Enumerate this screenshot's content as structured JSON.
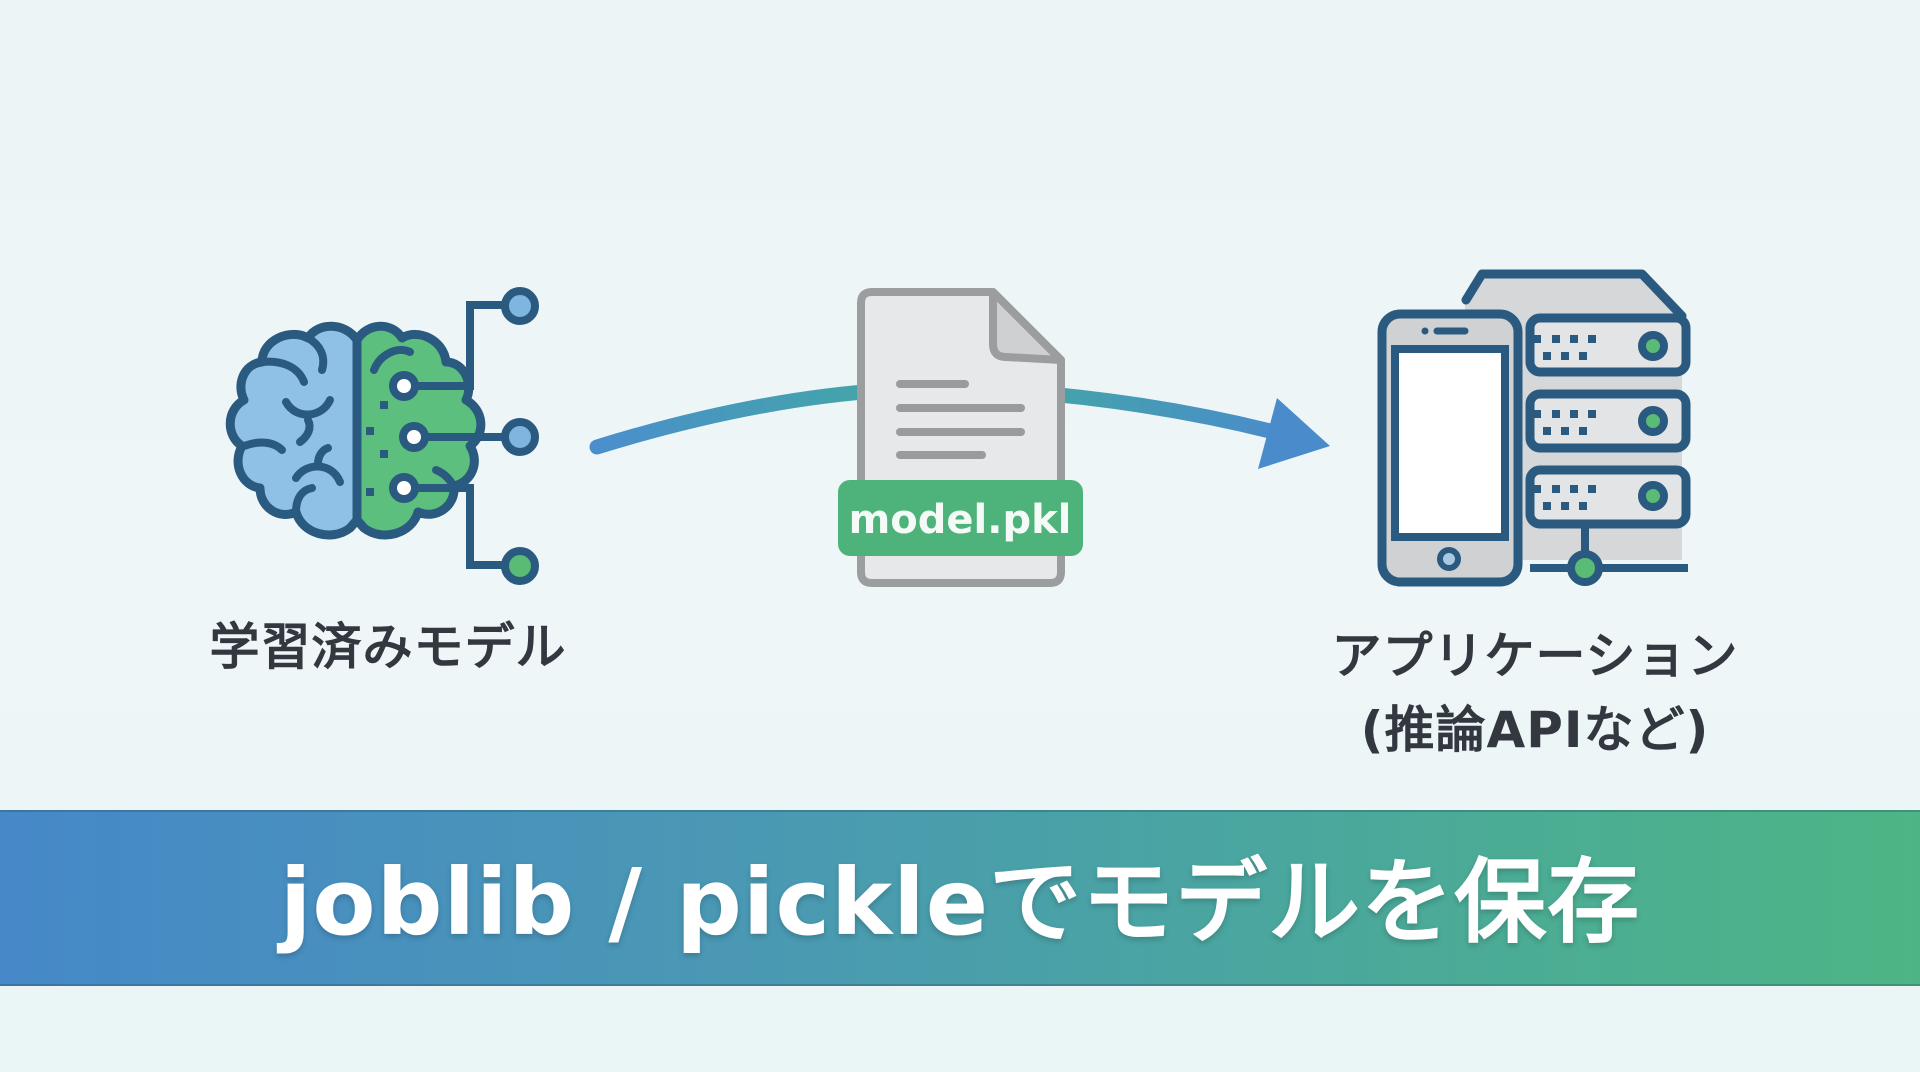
{
  "diagram": {
    "nodes": [
      {
        "id": "model",
        "label": "学習済みモデル",
        "icon": "brain-circuit-icon"
      },
      {
        "id": "file",
        "label": "model.pkl",
        "icon": "document-file-icon"
      },
      {
        "id": "app",
        "label_line1": "アプリケーション",
        "label_line2": "(推論APIなど)",
        "icon": "phone-server-icon"
      }
    ],
    "edges": [
      {
        "from": "model",
        "to": "app",
        "via": "file",
        "style": "curved-arrow"
      }
    ]
  },
  "banner": {
    "title": "joblib / pickleでモデルを保存"
  },
  "colors": {
    "outline": "#2b5a80",
    "brain_left": "#8fc1e6",
    "brain_right": "#5cbf7e",
    "node_blue": "#7eb6e0",
    "node_green": "#59bb74",
    "file_fill": "#e8e8e8",
    "file_stroke": "#9a9a9a",
    "pill_green": "#4db37a",
    "arrow_start": "#4a8fcc",
    "arrow_mid": "#43a8a0",
    "arrow_end": "#4a8fcc",
    "device_fill": "#d4d6d8",
    "label_text": "#333840",
    "banner_left": "#4688c8",
    "banner_right": "#4db585"
  }
}
